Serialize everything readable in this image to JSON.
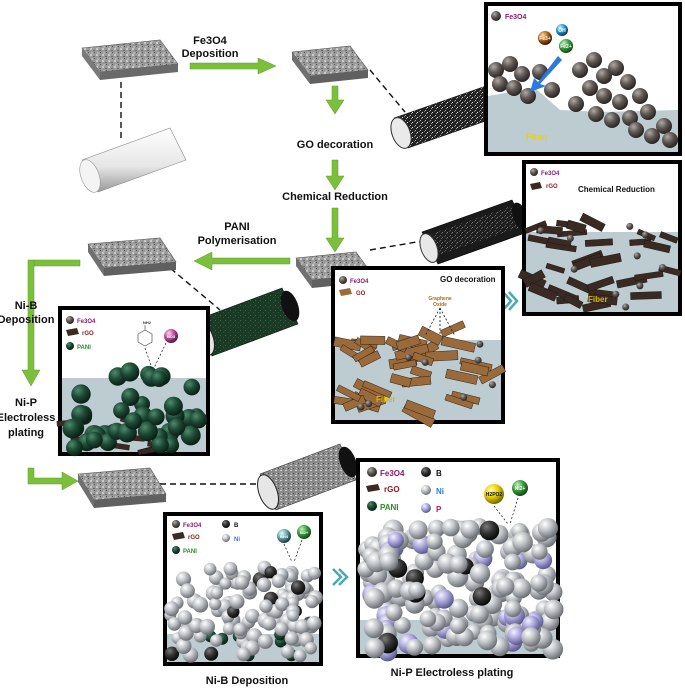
{
  "steps": {
    "fe3o4_deposition_l1": "Fe3O4",
    "fe3o4_deposition_l2": "Deposition",
    "go_decoration": "GO decoration",
    "chemical_reduction": "Chemical Reduction",
    "pani_l1": "PANI",
    "pani_l2": "Polymerisation",
    "nib_l1": "Ni-B",
    "nib_l2": "Deposition",
    "nip_l1": "Ni-P",
    "nip_l2": "Electroless",
    "nip_l3": "plating"
  },
  "panels": {
    "fe3o4": {
      "legend_fe3o4": "Fe3O4",
      "ion_oh": "OH",
      "ion_fe3": "Fe3+",
      "ion_fe2": "Fe2+",
      "fiber": "Fiber"
    },
    "chem_red": {
      "title": "Chemical Reduction",
      "legend_fe3o4": "Fe3O4",
      "legend_rgo": "rGO",
      "fiber": "Fiber"
    },
    "go_dec": {
      "title": "GO decoration",
      "legend_fe3o4": "Fe3O4",
      "legend_go": "GO",
      "callout_l1": "Graphene",
      "callout_l2": "Oxide",
      "fiber": "Fiber"
    },
    "pani": {
      "legend_fe3o4": "Fe3O4",
      "legend_rgo": "rGO",
      "legend_pani": "PANI",
      "monomer": "NH2",
      "ion": "NO3"
    },
    "nib": {
      "legend_fe3o4": "Fe3O4",
      "legend_rgo": "rGO",
      "legend_pani": "PANI",
      "legend_b": "B",
      "legend_ni": "Ni",
      "ion_bh4": "BH4",
      "ion_ni": "Ni2+"
    },
    "nip": {
      "legend_fe3o4": "Fe3O4",
      "legend_rgo": "rGO",
      "legend_pani": "PANI",
      "legend_b": "B",
      "legend_ni": "Ni",
      "legend_p": "P",
      "ion_h2po2": "H2PO2",
      "ion_ni": "Ni2+"
    }
  },
  "captions": {
    "nib": "Ni-B Deposition",
    "nip": "Ni-P Electroless plating"
  },
  "colors": {
    "arrow_green": "#7cbf3a",
    "fe3o4": "#5a5350",
    "rgo": "#3a2a24",
    "go": "#9a6a3a",
    "pani": "#1f4a36",
    "ni": "#b8bcc0",
    "p": "#a9a6d6",
    "fiber_label": "#f0d000",
    "fabric": "#8a8a8a"
  }
}
